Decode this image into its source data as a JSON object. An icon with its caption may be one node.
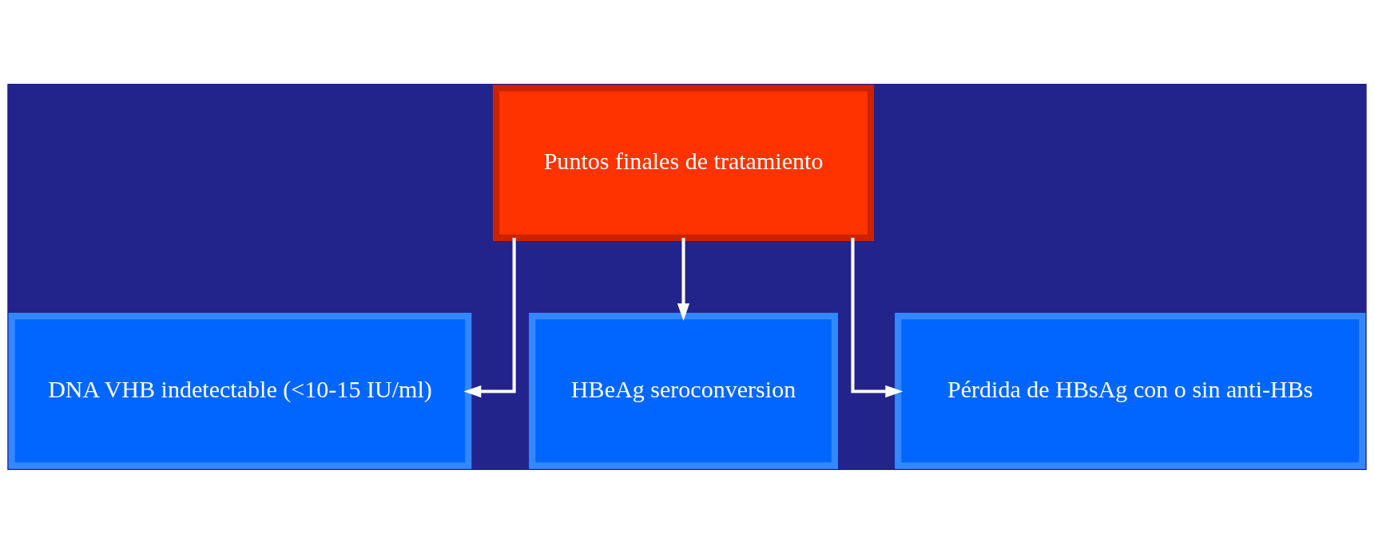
{
  "diagram": {
    "nodes": [
      {
        "text": [
          "Puntos finales de tratamiento"
        ]
      },
      {
        "text": [
          "DNA VHB indetectable (<10-15 IU/ml)"
        ]
      },
      {
        "text": [
          "HBeAg seroconversion"
        ]
      },
      {
        "text": [
          "Pérdida de HBsAg con o sin anti-HBs"
        ]
      }
    ],
    "edges": [
      {
        "from": 0,
        "to": 1,
        "arrow": "to"
      },
      {
        "from": 0,
        "to": 2,
        "arrow": "to"
      },
      {
        "from": 0,
        "to": 3,
        "arrow": "to"
      }
    ]
  }
}
